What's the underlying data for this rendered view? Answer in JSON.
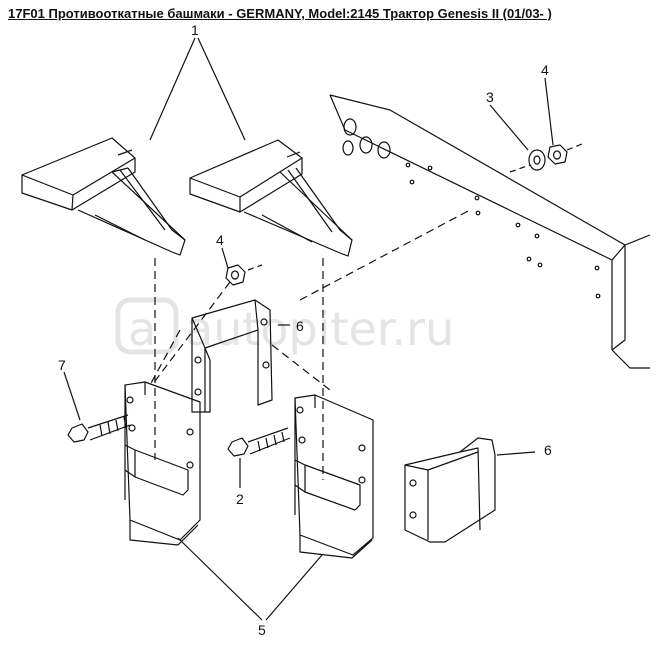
{
  "title": "17F01 Противооткатные башмаки - GERMANY, Model:2145 Трактор Genesis II (01/03- )",
  "watermark": "autopiter.ru",
  "callouts": {
    "c1": "1",
    "c2": "2",
    "c3": "3",
    "c4a": "4",
    "c4b": "4",
    "c5": "5",
    "c6a": "6",
    "c6b": "6",
    "c7": "7"
  },
  "colors": {
    "ink": "#111111",
    "watermark": "#e4e4e4"
  }
}
